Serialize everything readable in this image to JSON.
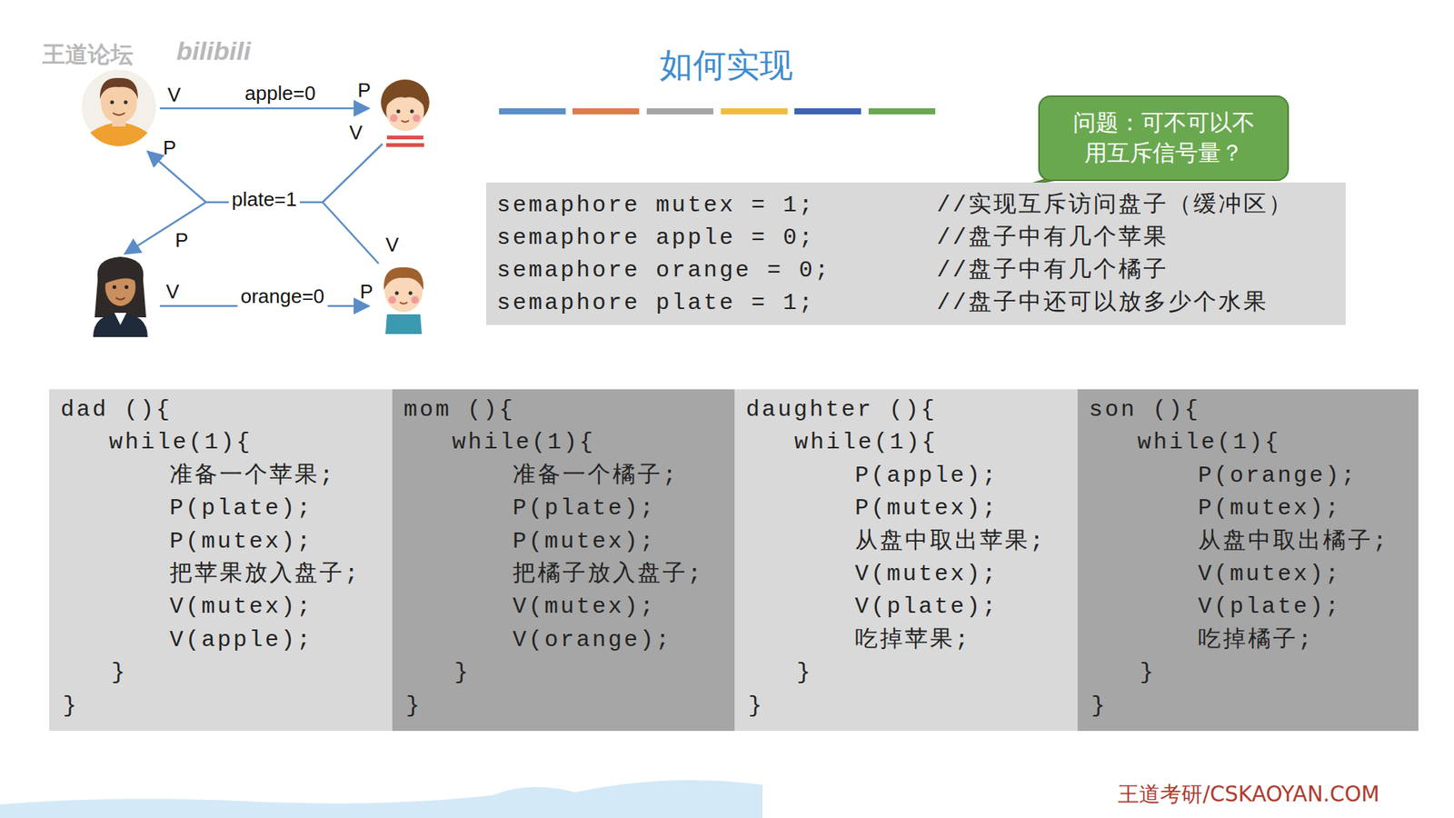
{
  "diagram": {
    "title": "如何实现",
    "nodes": [
      {
        "text": [
          "问题：可不可以不用互斥信号量？"
        ]
      },
      {
        "text": [
          "semaphore mutex = 1;",
          "//实现互斥访问盘子（缓冲区）",
          "semaphore apple = 0;",
          "//盘子中有几个苹果",
          "semaphore orange = 0;",
          "//盘子中有几个橘子",
          "semaphore plate = 1;",
          "//盘子中还可以放多少个水果"
        ]
      },
      {
        "text": [
          "dad (){",
          "while(1){",
          "准备一个苹果;",
          "P(plate);",
          "P(mutex);",
          "把苹果放入盘子;",
          "V(mutex);",
          "V(apple);",
          "}",
          "}"
        ]
      },
      {
        "text": [
          "mom (){",
          "while(1){",
          "准备一个橘子;",
          "P(plate);",
          "P(mutex);",
          "把橘子放入盘子;",
          "V(mutex);",
          "V(orange);",
          "}",
          "}"
        ]
      },
      {
        "text": [
          "daughter (){",
          "while(1){",
          "P(apple);",
          "P(mutex);",
          "从盘中取出苹果;",
          "V(mutex);",
          "V(plate);",
          "吃掉苹果;",
          "}",
          "}"
        ]
      },
      {
        "text": [
          "son (){",
          "while(1){",
          "P(orange);",
          "P(mutex);",
          "从盘中取出橘子;",
          "V(mutex);",
          "V(plate);",
          "吃掉橘子;",
          "}",
          "}"
        ]
      }
    ],
    "labels": [
      "王道论坛",
      "bilibili",
      "V",
      "apple=0",
      "P",
      "P",
      "V",
      "plate=1",
      "P",
      "V",
      "V",
      "orange=0",
      "P",
      "王道考研/CSKAOYAN.COM"
    ]
  }
}
